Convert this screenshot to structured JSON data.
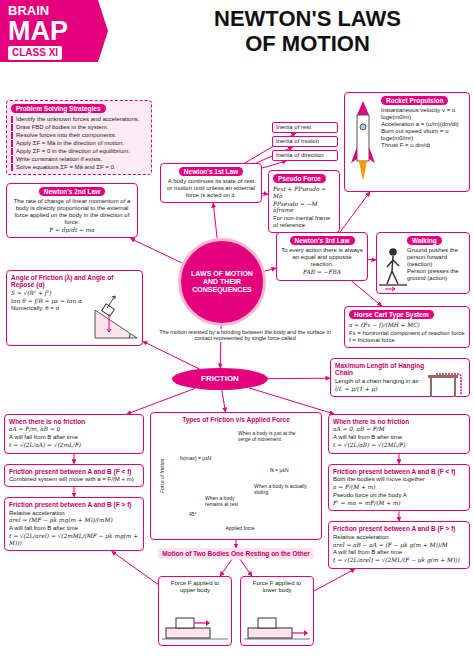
{
  "diagram": {
    "title": "NEWTON'S LAWS OF MOTION",
    "nodes": [
      {
        "text": [
          "Problem Solving Strategies",
          "Identify the unknown forces and accelerations.",
          "Draw FBD of bodies in the system.",
          "Resolve forces into their components.",
          "Apply ΣF = Mā in the direction of motion.",
          "Apply ΣF = 0 in the direction of equilibrium.",
          "Write constraint relation if exists.",
          "Solve equations ΣF = Mā and ΣF = 0."
        ]
      },
      {
        "text": [
          "Newton's 1st Law",
          "A body continues its state of rest or motion until unless an external force is acted on it."
        ]
      },
      {
        "text": [
          "Inertia of rest"
        ]
      },
      {
        "text": [
          "Inertia of motion"
        ]
      },
      {
        "text": [
          "Inertia of direction"
        ]
      },
      {
        "text": [
          "Pseudo Force",
          "Fext + FPseudo = Mā",
          "FPseudo = −M āframe",
          "For non-inertial frame of reference"
        ]
      },
      {
        "text": [
          "Rocket Propulsion",
          "Instantaneous velocity v = u loge(m0/m)",
          "Acceleration a = (u/m)(dm/dt)",
          "Burn out speed vburn = u loge(m0/mr)",
          "Thrust F = u dm/dt"
        ]
      },
      {
        "text": [
          "LAWS OF MOTION AND THEIR CONSEQUENCES"
        ]
      },
      {
        "text": [
          "Newton's 2nd Law",
          "The rate of change of linear momentum of a body is directly proportional to the external force applied on the body in the direction of force.",
          "F = dp/dt = ma"
        ]
      },
      {
        "text": [
          "Newton's 3rd Law",
          "To every action there is always an equal and opposite reaction.",
          "FAB = −FBA"
        ]
      },
      {
        "text": [
          "Walking",
          "Ground pushes the person forward (reaction)",
          "Person presses the ground (action)"
        ]
      },
      {
        "text": [
          "Horse Cart Type System",
          "a = (Fx − f)/(MH + MC)",
          "Fx = horizontal component of reaction force",
          "f = frictional force"
        ]
      },
      {
        "text": [
          "FRICTION"
        ]
      },
      {
        "text": [
          "Angle of Friction (λ) and Angle of Repose (α)",
          "S = √(R² + f²)",
          "tan θ = f/R = μs = tan α",
          "Numerically, θ = α"
        ]
      },
      {
        "text": [
          "Maximum Length of Hanging Chain",
          "Length of a chain hanging in air",
          "l/L = μ/(1 + μ)"
        ]
      },
      {
        "text": [
          "Types of Friction v/s Applied Force"
        ]
      },
      {
        "text": [
          "When there is no friction",
          "aA = F/m, aB = 0",
          "A will fall from B after time",
          "t = √(2L/aA) = √(2mL/F)"
        ]
      },
      {
        "text": [
          "Friction present between A and B (F < f)",
          "Combined system will move with a = F/(M + m)"
        ]
      },
      {
        "text": [
          "Friction present between A and B (F > f)",
          "Relative acceleration",
          "arel = (MF − μk mg(m + M))/(mM)",
          "A will fall from B after time",
          "t = √(2L/arel) = √(2mML/(MF − μk mg(m + M)))"
        ]
      },
      {
        "text": [
          "When there is no friction",
          "aA = 0, aB = F/M",
          "A will fall from B after time",
          "t = √(2L/aB) = √(2ML/F)"
        ]
      },
      {
        "text": [
          "Friction present between A and B (F < f)",
          "Both the bodies will move together",
          "a = F/(M + m)",
          "Pseudo force on the body A",
          "F' = ma = mF/(M + m)"
        ]
      },
      {
        "text": [
          "Friction present between A and B (F > f)",
          "Relative acceleration",
          "arel = aB − aA = (F − μk g(m + M))/M",
          "A will fall from B after time",
          "t = √(2L/arel) = √(2ML/(F − μk g(m + M)))"
        ]
      },
      {
        "text": [
          "Motion of Two Bodies One Resting on the Other"
        ]
      },
      {
        "text": [
          "Force F applied to upper body"
        ]
      },
      {
        "text": [
          "Force F applied to lower body"
        ]
      }
    ],
    "edges": [
      {
        "from": 7,
        "to": 1,
        "arrow": "to"
      },
      {
        "from": 7,
        "to": 8,
        "arrow": "to"
      },
      {
        "from": 7,
        "to": 9,
        "arrow": "to"
      },
      {
        "from": 7,
        "to": 12,
        "arrow": "to"
      },
      {
        "from": 1,
        "to": 2,
        "arrow": "to"
      },
      {
        "from": 1,
        "to": 3,
        "arrow": "to"
      },
      {
        "from": 1,
        "to": 4,
        "arrow": "to"
      },
      {
        "from": 1,
        "to": 5,
        "arrow": "to"
      },
      {
        "from": 9,
        "to": 6,
        "arrow": "to"
      },
      {
        "from": 9,
        "to": 10,
        "arrow": "to"
      },
      {
        "from": 9,
        "to": 11,
        "arrow": "to"
      },
      {
        "from": 12,
        "to": 13,
        "arrow": "to"
      },
      {
        "from": 12,
        "to": 14,
        "arrow": "to"
      },
      {
        "from": 12,
        "to": 15,
        "arrow": "to"
      },
      {
        "from": 12,
        "to": 16,
        "arrow": "to"
      },
      {
        "from": 12,
        "to": 19,
        "arrow": "to"
      },
      {
        "from": 16,
        "to": 17,
        "arrow": "to"
      },
      {
        "from": 17,
        "to": 18,
        "arrow": "to"
      },
      {
        "from": 19,
        "to": 20,
        "arrow": "to"
      },
      {
        "from": 20,
        "to": 21,
        "arrow": "to"
      },
      {
        "from": 15,
        "to": 22,
        "arrow": "to"
      },
      {
        "from": 22,
        "to": 23,
        "arrow": "to"
      },
      {
        "from": 22,
        "to": 24,
        "arrow": "to"
      },
      {
        "from": 23,
        "to": 18,
        "arrow": "to"
      },
      {
        "from": 24,
        "to": 21,
        "arrow": "to"
      }
    ],
    "labels": [
      "BRAIN",
      "MAP",
      "CLASS XI",
      "The motion resisted by a bonding between the body and the surface in contact represented by single force called",
      "Force of friction",
      "Applied force",
      "When a body remains at rest",
      "When a body is just at the verge of movement",
      "When a body is actually sliding",
      "fs(max) = μsN",
      "fk = μkN",
      "45°"
    ]
  }
}
